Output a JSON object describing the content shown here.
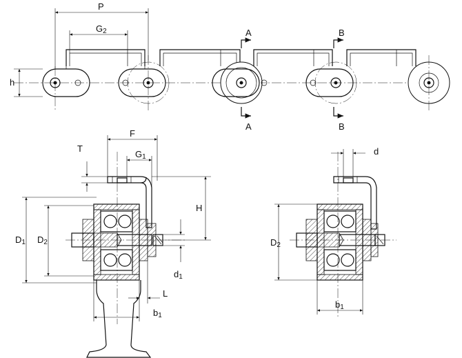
{
  "labels": {
    "pitch": "P",
    "g2": "G",
    "g2_sub": "2",
    "h": "h",
    "section_a_top": "A",
    "section_a_bottom": "A",
    "section_b_top": "B",
    "section_b_bottom": "B",
    "f": "F",
    "t": "T",
    "g1": "G",
    "g1_sub": "1",
    "big_h": "H",
    "d1": "D",
    "d1_sub": "1",
    "d2_left": "D",
    "d2_left_sub": "2",
    "small_d1": "d",
    "small_d1_sub": "1",
    "l": "L",
    "b1_left": "b",
    "b1_left_sub": "1",
    "small_d": "d",
    "d2_right": "D",
    "d2_right_sub": "2",
    "b1_right": "b",
    "b1_right_sub": "1"
  },
  "colors": {
    "line": "#111111",
    "background": "#ffffff"
  }
}
